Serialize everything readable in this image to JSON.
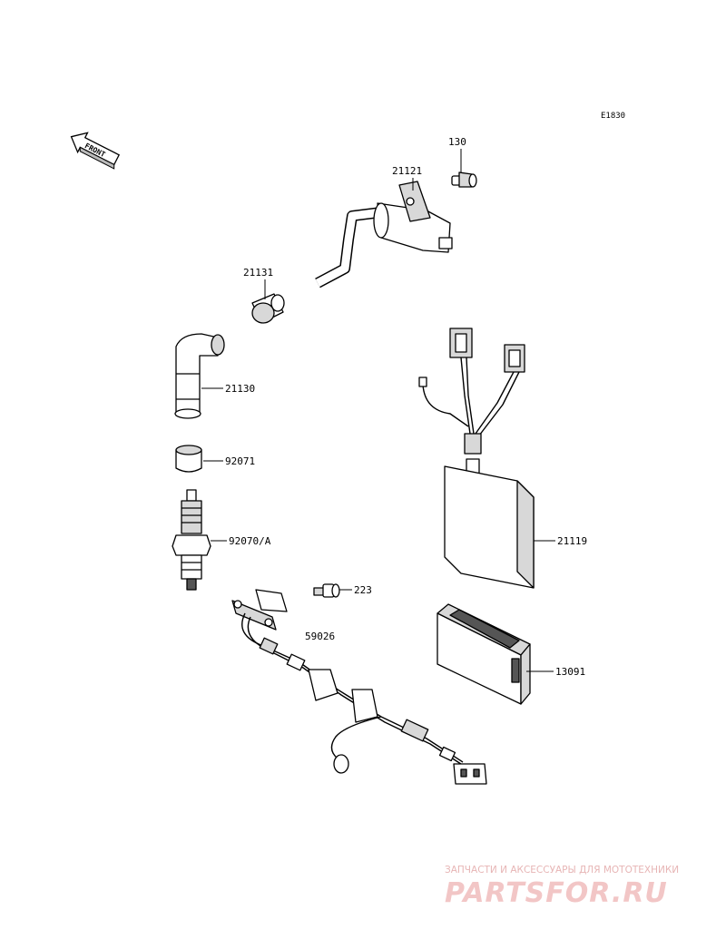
{
  "diagram": {
    "code": "E1830",
    "front_label": "FRONT",
    "parts": [
      {
        "number": "130",
        "name": "bolt"
      },
      {
        "number": "21121",
        "name": "ignition coil"
      },
      {
        "number": "21131",
        "name": "spark plug cap ring"
      },
      {
        "number": "21130",
        "name": "spark plug cap"
      },
      {
        "number": "92071",
        "name": "cap seal"
      },
      {
        "number": "92070/A",
        "name": "spark plug"
      },
      {
        "number": "223",
        "name": "bolt"
      },
      {
        "number": "59026",
        "name": "sensor with harness"
      },
      {
        "number": "21119",
        "name": "igniter unit"
      },
      {
        "number": "13091",
        "name": "holder"
      }
    ]
  },
  "watermark": {
    "tagline": "ЗАПЧАСТИ И АКСЕССУАРЫ ДЛЯ МОТОТЕХНИКИ",
    "brand": "PARTSFOR.RU"
  }
}
